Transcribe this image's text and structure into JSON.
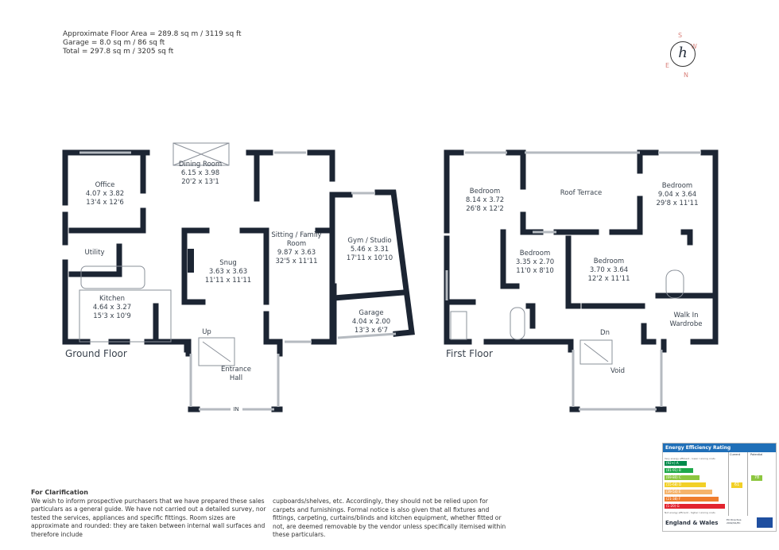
{
  "area_summary": {
    "line1": "Approximate Floor Area = 289.8 sq m / 3119 sq ft",
    "line2": "Garage = 8.0 sq m / 86 sq ft",
    "line3": "Total = 297.8 sq m / 3205 sq ft"
  },
  "compass": {
    "s": "S",
    "w": "W",
    "e": "E",
    "n": "N",
    "logo": "h",
    "color": "#d9807a"
  },
  "ground_floor": {
    "label": "Ground Floor",
    "rooms": [
      {
        "name": "Office",
        "metric": "4.07 x 3.82",
        "imperial": "13'4 x 12'6"
      },
      {
        "name": "Dining Room",
        "metric": "6.15 x 3.98",
        "imperial": "20'2 x 13'1"
      },
      {
        "name": "Utility"
      },
      {
        "name": "Snug",
        "metric": "3.63 x 3.63",
        "imperial": "11'11 x 11'11"
      },
      {
        "name": "Sitting / Family Room",
        "metric": "9.87 x 3.63",
        "imperial": "32'5 x 11'11"
      },
      {
        "name": "Gym / Studio",
        "metric": "5.46 x 3.31",
        "imperial": "17'11 x 10'10"
      },
      {
        "name": "Kitchen",
        "metric": "4.64 x 3.27",
        "imperial": "15'3 x 10'9"
      },
      {
        "name": "Garage",
        "metric": "4.04 x 2.00",
        "imperial": "13'3 x 6'7"
      },
      {
        "name": "Entrance Hall"
      }
    ],
    "stairs": "Up",
    "entrance": "IN"
  },
  "first_floor": {
    "label": "First Floor",
    "rooms": [
      {
        "name": "Bedroom",
        "metric": "8.14 x 3.72",
        "imperial": "26'8 x 12'2"
      },
      {
        "name": "Roof Terrace"
      },
      {
        "name": "Bedroom",
        "metric": "9.04 x 3.64",
        "imperial": "29'8 x 11'11"
      },
      {
        "name": "Bedroom",
        "metric": "3.35 x 2.70",
        "imperial": "11'0 x 8'10"
      },
      {
        "name": "Bedroom",
        "metric": "3.70 x 3.64",
        "imperial": "12'2 x 11'11"
      },
      {
        "name": "Walk In Wardrobe"
      },
      {
        "name": "Void"
      }
    ],
    "stairs": "Dn"
  },
  "clarification": {
    "title": "For Clarification",
    "col1": "We wish to inform prospective purchasers that we have prepared these sales particulars as a general guide. We have not carried out a detailed survey, nor tested the services, appliances and specific fittings. Room sizes are approximate and rounded: they are taken between internal wall surfaces and therefore include",
    "col2": "cupboards/shelves, etc. Accordingly, they should not be relied upon for carpets and furnishings. Formal notice is also given that all fixtures and fittings, carpeting, curtains/blinds and kitchen equipment, whether fitted or not, are deemed removable by the vendor unless specifically itemised within these particulars."
  },
  "epc": {
    "title": "Energy Efficiency Rating",
    "col_current": "Current",
    "col_potential": "Potential",
    "top_note": "Very energy efficient - lower running costs",
    "bottom_note": "Not energy efficient - higher running costs",
    "bands": [
      {
        "range": "(92+)",
        "letter": "A",
        "color": "#008a4a"
      },
      {
        "range": "(81-91)",
        "letter": "B",
        "color": "#1fa84a"
      },
      {
        "range": "(69-80)",
        "letter": "C",
        "color": "#8cc63f"
      },
      {
        "range": "(55-68)",
        "letter": "D",
        "color": "#f2d027"
      },
      {
        "range": "(39-54)",
        "letter": "E",
        "color": "#f5b36b"
      },
      {
        "range": "(21-38)",
        "letter": "F",
        "color": "#ef7d2d"
      },
      {
        "range": "(1-20)",
        "letter": "G",
        "color": "#e2242f"
      }
    ],
    "current": 61,
    "potential": 78,
    "region": "England & Wales",
    "directive": "EU Directive 2002/91/EC"
  }
}
